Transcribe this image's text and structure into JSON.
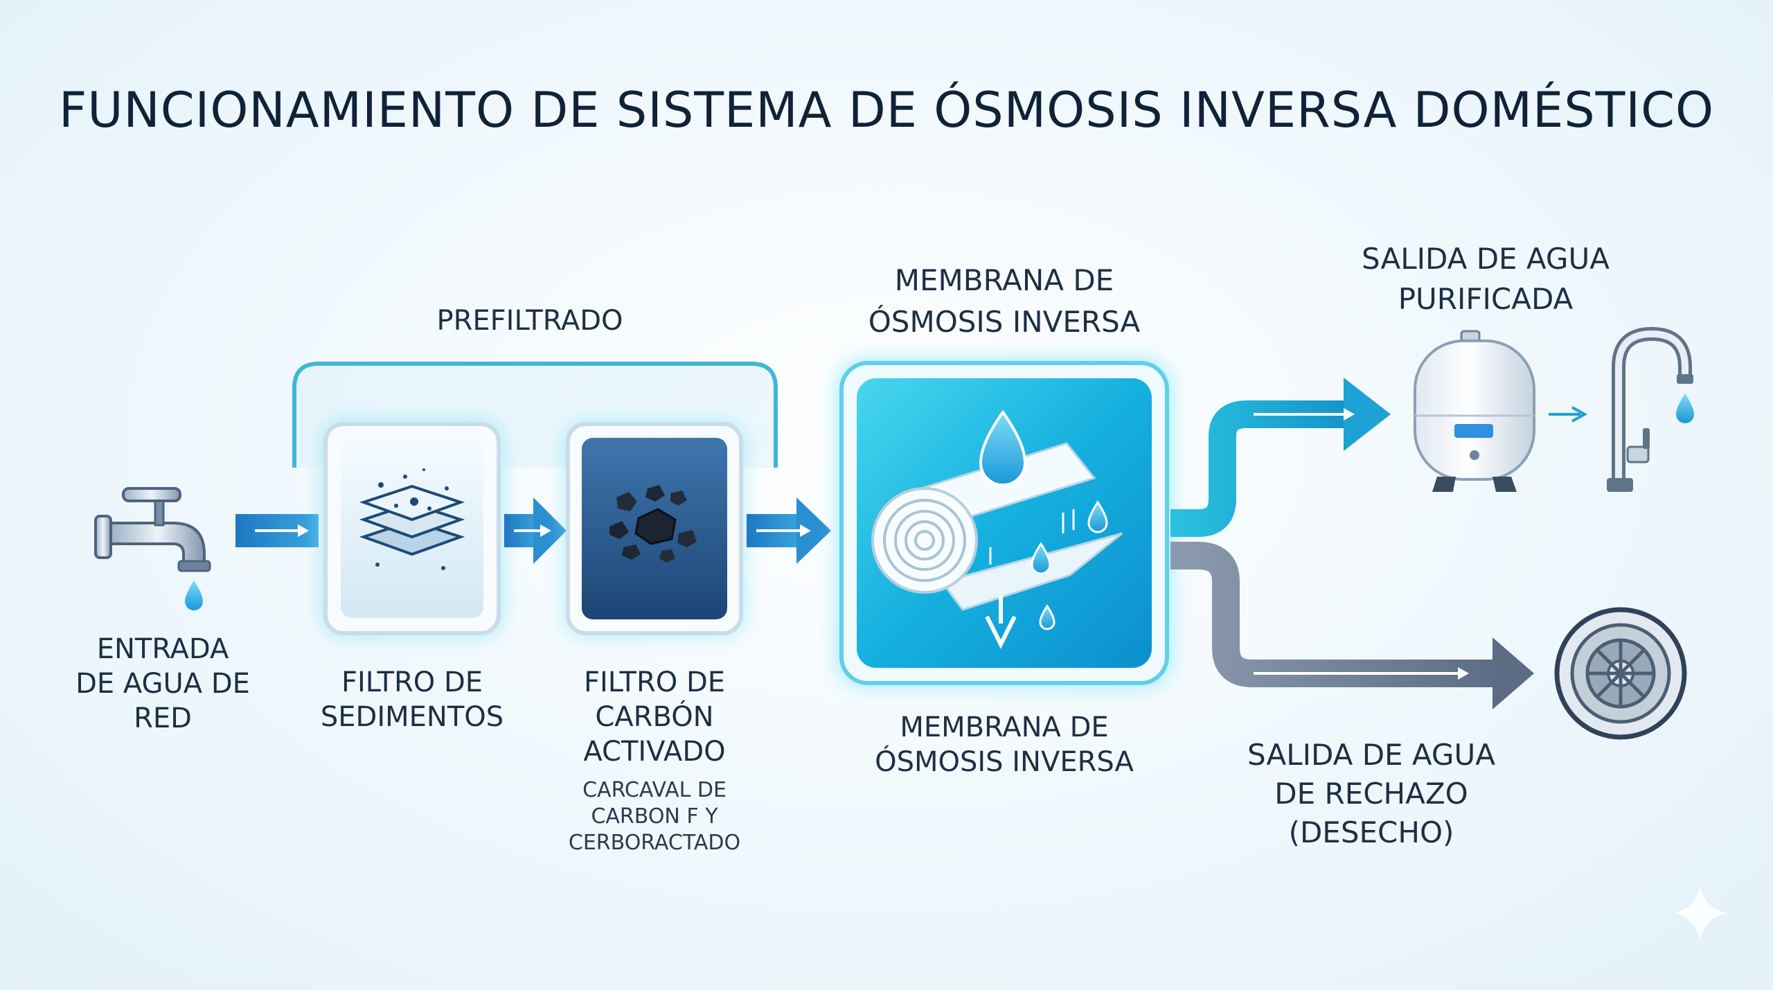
{
  "title": "FUNCIONAMIENTO DE SISTEMA DE ÓSMOSIS INVERSA DOMÉSTICO",
  "prefilter": {
    "label": "PREFILTRADO"
  },
  "inlet": {
    "line1": "ENTRADA",
    "line2": "DE AGUA DE",
    "line3": "RED",
    "icon": "faucet-icon"
  },
  "sediment": {
    "line1": "FILTRO DE",
    "line2": "SEDIMENTOS",
    "icon": "sediment-layers-icon"
  },
  "carbon": {
    "line1": "FILTRO DE",
    "line2": "CARBÓN",
    "line3": "ACTIVADO",
    "note1": "CARCAVAL DE",
    "note2": "CARBON F Y",
    "note3": "CERBORACTADO",
    "icon": "carbon-granules-icon"
  },
  "membrane": {
    "top1": "MEMBRANA DE",
    "top2": "ÓSMOSIS INVERSA",
    "bottom1": "MEMBRANA DE",
    "bottom2": "ÓSMOSIS INVERSA",
    "icon": "membrane-roll-icon"
  },
  "purified": {
    "line1": "SALIDA DE AGUA",
    "line2": "PURIFICADA",
    "tank_icon": "storage-tank-icon",
    "tap_icon": "kitchen-tap-icon"
  },
  "reject": {
    "line1": "SALIDA DE AGUA",
    "line2": "DE RECHAZO",
    "line3": "(DESECHO)",
    "icon": "drain-icon"
  },
  "colors": {
    "accent": "#1fa8d6",
    "flow_blue": "#2a8fd0",
    "reject_gray": "#6d7f96",
    "carbon_dark": "#2d5c8e"
  }
}
